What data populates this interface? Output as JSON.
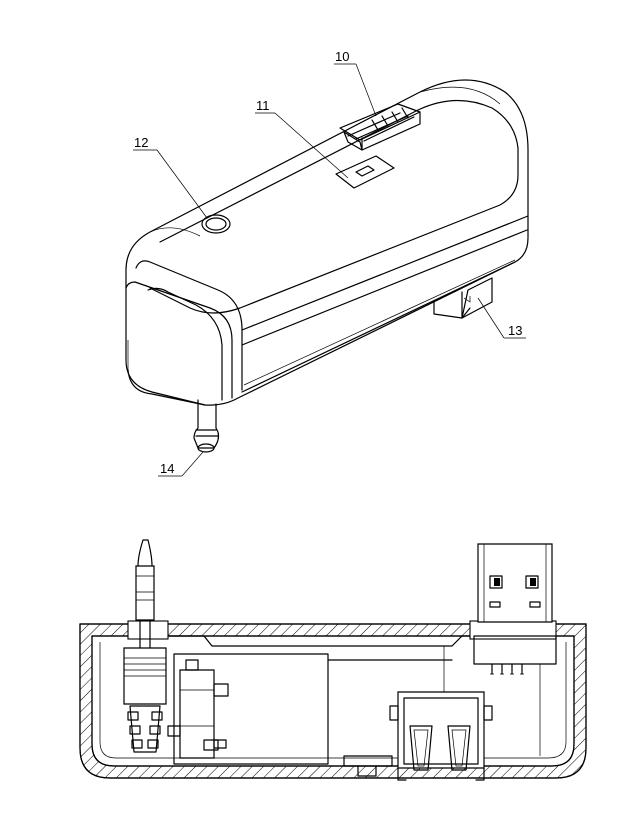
{
  "labels": {
    "l10": "10",
    "l11": "11",
    "l12": "12",
    "l13": "13",
    "l14": "14"
  },
  "colors": {
    "line": "#000000",
    "background": "#ffffff"
  }
}
